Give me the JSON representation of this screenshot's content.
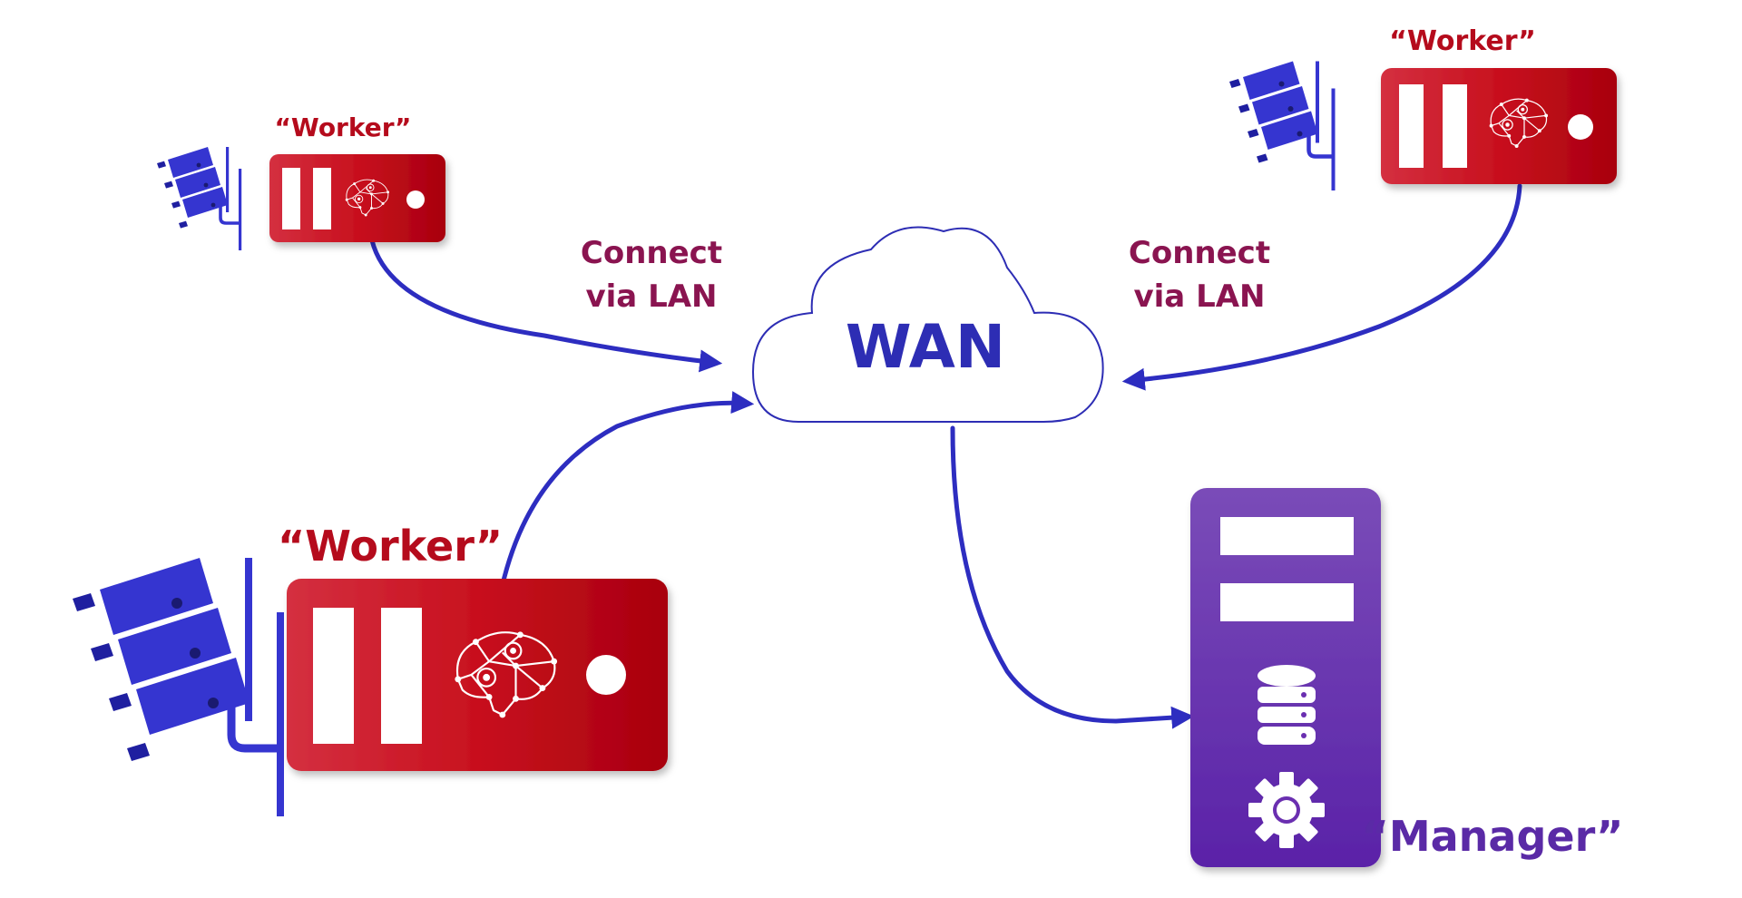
{
  "nodes": {
    "worker_top_left": {
      "label": "“Worker”"
    },
    "worker_top_right": {
      "label": "“Worker”"
    },
    "worker_bottom_left": {
      "label": "“Worker”"
    },
    "wan": {
      "label": "WAN"
    },
    "manager": {
      "label": "“Manager”"
    }
  },
  "edges": {
    "left_label_line1": "Connect",
    "left_label_line2": "via LAN",
    "right_label_line1": "Connect",
    "right_label_line2": "via LAN"
  },
  "colors": {
    "worker_red": "#c8102e",
    "manager_purple": "#6a2fb0",
    "edge_blue": "#2d2dc0",
    "camera_blue": "#3535d0"
  },
  "icons": [
    "camera-icon",
    "brain-circuit-icon",
    "database-icon",
    "gear-icon",
    "cloud-icon"
  ]
}
